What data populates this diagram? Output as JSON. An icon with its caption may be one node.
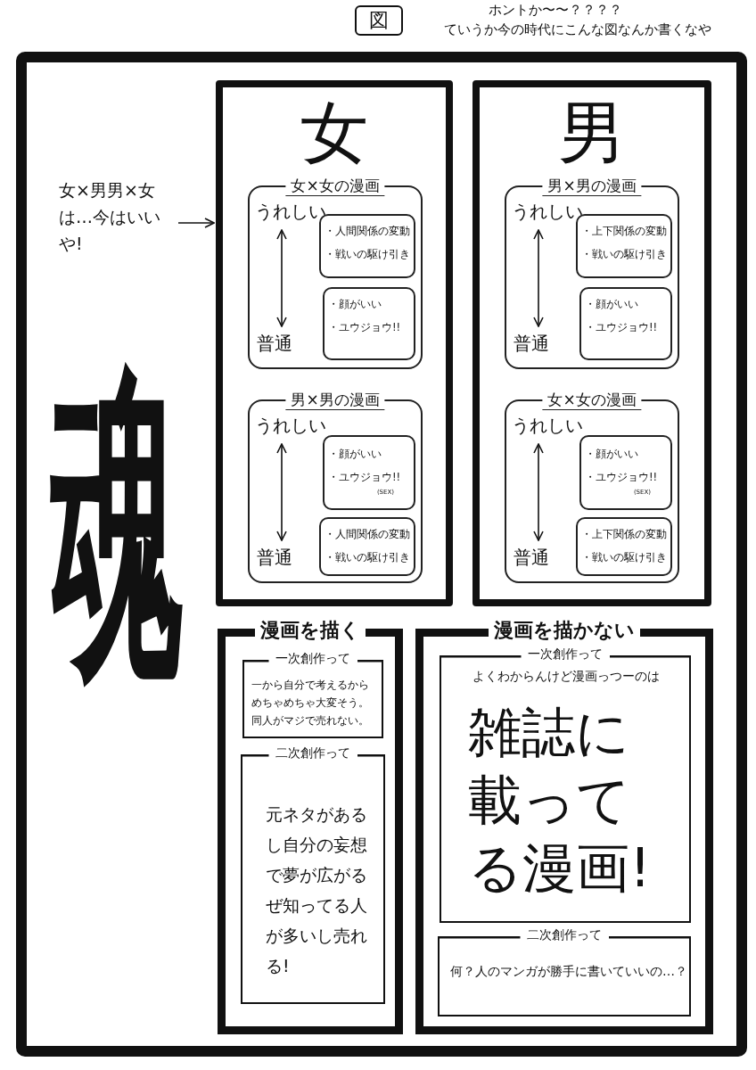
{
  "diagram": {
    "title": "図",
    "nodes": [
      {
        "text": [],
        "shape": "box"
      },
      {
        "text": [
          "女×男男×女は…今はいいや!"
        ],
        "in": 0
      },
      {
        "text": [
          "女"
        ],
        "in": 0
      },
      {
        "text": [
          "女×女の漫画"
        ],
        "in": 2
      },
      {
        "text": [
          "うれしい"
        ],
        "in": 3
      },
      {
        "text": [
          "普通"
        ],
        "in": 3
      },
      {
        "text": [
          "・人間関係の変動",
          "・戦いの駆け引き"
        ],
        "in": 3
      },
      {
        "text": [
          "・顔がいい",
          "・ユウジョウ!!"
        ],
        "in": 3
      },
      {
        "text": [
          "男×男の漫画"
        ],
        "in": 2
      },
      {
        "text": [
          "うれしい"
        ],
        "in": 8
      },
      {
        "text": [
          "普通"
        ],
        "in": 8
      },
      {
        "text": [
          "・顔がいい",
          "・ユウジョウ!!",
          "(SEX)"
        ],
        "in": 8
      },
      {
        "text": [
          "・人間関係の変動",
          "・戦いの駆け引き"
        ],
        "in": 8
      },
      {
        "text": [
          "男"
        ],
        "in": 0
      },
      {
        "text": [
          "男×男の漫画"
        ],
        "in": 13
      },
      {
        "text": [
          "うれしい"
        ],
        "in": 14
      },
      {
        "text": [
          "普通"
        ],
        "in": 14
      },
      {
        "text": [
          "・上下関係の変動",
          "・戦いの駆け引き"
        ],
        "in": 14
      },
      {
        "text": [
          "・顔がいい",
          "・ユウジョウ!!"
        ],
        "in": 14
      },
      {
        "text": [
          "女×女の漫画"
        ],
        "in": 13
      },
      {
        "text": [
          "うれしい"
        ],
        "in": 19
      },
      {
        "text": [
          "普通"
        ],
        "in": 19
      },
      {
        "text": [
          "・顔がいい",
          "・ユウジョウ!!",
          "(SEX)"
        ],
        "in": 19
      },
      {
        "text": [
          "・上下関係の変動",
          "・戦いの駆け引き"
        ],
        "in": 19
      },
      {
        "text": [
          "漫画を描く"
        ],
        "in": 0
      },
      {
        "text": [
          "一次創作って",
          "一から自分で考えるからめちゃめちゃ大変そう。同人がマジで売れない。"
        ],
        "in": 24
      },
      {
        "text": [
          "二次創作って",
          "元ネタがあるし自分の妄想で夢が広がるぜ知ってる人が多いし売れる!"
        ],
        "in": 24
      },
      {
        "text": [
          "漫画を描かない"
        ],
        "in": 0
      },
      {
        "text": [
          "一次創作って",
          "よくわからんけど漫画っつーのは",
          "雑誌に載ってる漫画!"
        ],
        "in": 27
      },
      {
        "text": [
          "二次創作って",
          "何？人のマンガが勝手に書いていいの…？"
        ],
        "in": 27
      }
    ],
    "edges": [
      {
        "from": 1,
        "to": 2,
        "arrow": "to"
      },
      {
        "from": 4,
        "to": 5,
        "arrow": "both"
      },
      {
        "from": 9,
        "to": 10,
        "arrow": "both"
      },
      {
        "from": 15,
        "to": 16,
        "arrow": "both"
      },
      {
        "from": 20,
        "to": 21,
        "arrow": "both"
      }
    ],
    "labels": [
      "ホントか〜〜？？？？",
      "ていうか今の時代にこんな図なんか書くなや",
      "魂"
    ]
  }
}
